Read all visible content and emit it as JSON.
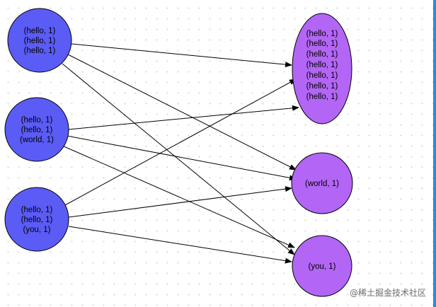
{
  "diagram": {
    "source_nodes": [
      {
        "id": "src-1",
        "lines": [
          "(hello, 1)",
          "(hello, 1)",
          "(hello, 1)"
        ]
      },
      {
        "id": "src-2",
        "lines": [
          "(hello, 1)",
          "(hello, 1)",
          "(world, 1)"
        ]
      },
      {
        "id": "src-3",
        "lines": [
          "(hello, 1)",
          "(hello, 1)",
          "(you, 1)"
        ]
      }
    ],
    "target_nodes": [
      {
        "id": "dst-hello",
        "lines": [
          "(hello, 1)",
          "(hello, 1)",
          "(hello, 1)",
          "(hello, 1)",
          "(hello, 1)",
          "(hello, 1)",
          "(hello, 1)"
        ]
      },
      {
        "id": "dst-world",
        "lines": [
          "(world, 1)"
        ]
      },
      {
        "id": "dst-you",
        "lines": [
          "(you, 1)"
        ]
      }
    ],
    "edges": [
      {
        "from": "src-1",
        "to": "dst-hello"
      },
      {
        "from": "src-1",
        "to": "dst-world"
      },
      {
        "from": "src-1",
        "to": "dst-you"
      },
      {
        "from": "src-2",
        "to": "dst-hello"
      },
      {
        "from": "src-2",
        "to": "dst-world"
      },
      {
        "from": "src-2",
        "to": "dst-you"
      },
      {
        "from": "src-3",
        "to": "dst-hello"
      },
      {
        "from": "src-3",
        "to": "dst-world"
      },
      {
        "from": "src-3",
        "to": "dst-you"
      }
    ],
    "colors": {
      "source_fill": "#5b5bf6",
      "target_fill": "#b366f5",
      "stroke": "#000000",
      "right_edge_strip": "#1e8fe6"
    }
  },
  "watermark": {
    "text": "@稀土掘金技术社区"
  }
}
